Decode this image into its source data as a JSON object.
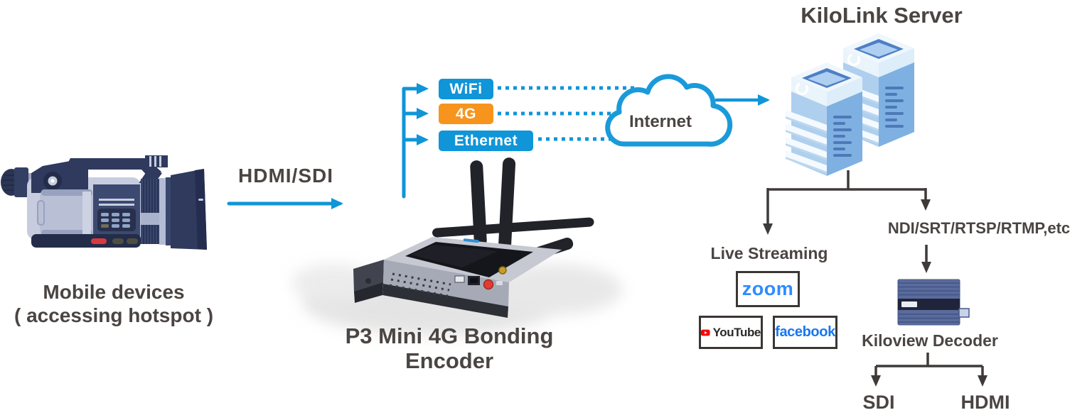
{
  "nodes": {
    "camera": {
      "caption_line1": "Mobile devices",
      "caption_line2": "( accessing hotspot )"
    },
    "connection": {
      "label": "HDMI/SDI"
    },
    "encoder": {
      "caption_line1": "P3 Mini 4G Bonding",
      "caption_line2": "Encoder"
    },
    "network_links": [
      {
        "label": "WiFi",
        "color": "#1095D8"
      },
      {
        "label": "4G",
        "color": "#F7941E"
      },
      {
        "label": "Ethernet",
        "color": "#1095D8"
      }
    ],
    "cloud": {
      "label": "Internet"
    },
    "server": {
      "title": "KiloLink Server"
    },
    "live_streaming": {
      "label": "Live Streaming"
    },
    "platforms": [
      {
        "name": "zoom",
        "label": "zoom",
        "brand_color": "#2D8CFF"
      },
      {
        "name": "youtube",
        "label": "YouTube",
        "brand_color": "#FF0000"
      },
      {
        "name": "facebook",
        "label": "facebook",
        "brand_color": "#1877F2"
      }
    ],
    "protocols": {
      "label": "NDI/SRT/RTSP/RTMP,etc"
    },
    "decoder": {
      "caption": "Kiloview Decoder"
    },
    "outputs": [
      {
        "label": "SDI"
      },
      {
        "label": "HDMI"
      }
    ]
  },
  "colors": {
    "accent_blue": "#1095D8",
    "accent_orange": "#F7941E",
    "text_dark": "#4A4543",
    "connector_dark": "#3E3A39",
    "cloud_outline": "#1A9AD9"
  }
}
